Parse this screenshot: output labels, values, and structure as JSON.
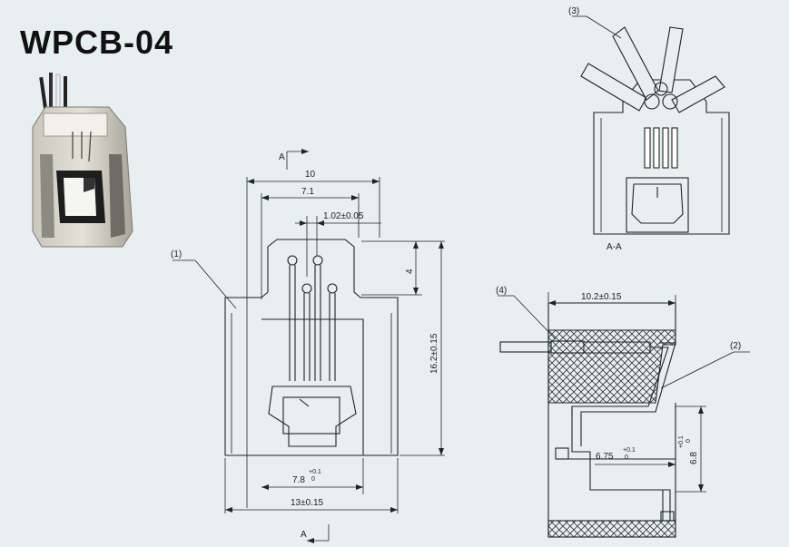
{
  "title": "WPCB-04",
  "photo": {
    "description_icon": "rj11-jack-photo"
  },
  "front_view": {
    "callout": "(1)",
    "section_mark_top": "A",
    "section_mark_bottom": "A",
    "dim_width_outer": "10",
    "dim_width_inner": "7.1",
    "dim_pitch": "1.02±0.05",
    "dim_top_step": "4",
    "dim_height": "16.2±0.15",
    "dim_opening_main": "7.8",
    "dim_opening_tol": "+0.1",
    "dim_opening_tol_low": "0",
    "dim_base_width": "13±0.15"
  },
  "section_view": {
    "callout": "(3)",
    "label": "A-A"
  },
  "side_view": {
    "callout_wire": "(4)",
    "callout_contact": "(2)",
    "dim_length": "10.2±0.15",
    "dim_slot": "6.75",
    "dim_slot_tol": "+0.1",
    "dim_slot_tol_low": "0",
    "dim_height": "6.8",
    "dim_height_tol": "+0.1",
    "dim_height_tol_low": "0"
  }
}
